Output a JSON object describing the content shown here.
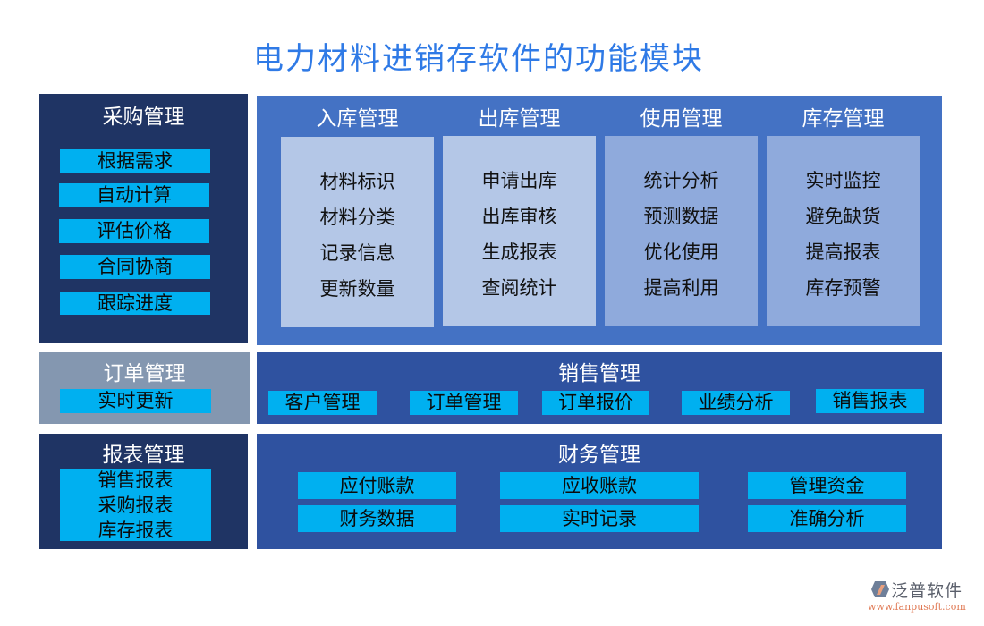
{
  "title": "电力材料进销存软件的功能模块",
  "colors": {
    "title": "#2f7ae6",
    "dark_panel": "#1f3464",
    "mid_panel": "#4472c4",
    "sales_panel": "#2f52a0",
    "order_panel": "#8497b0",
    "chip": "#00b0f0",
    "light_col_a": "#b4c7e7",
    "light_col_b": "#8faadc"
  },
  "procurement": {
    "title": "采购管理",
    "items": [
      "根据需求",
      "自动计算",
      "评估价格",
      "合同协商",
      "跟踪进度"
    ]
  },
  "warehouse": {
    "columns": [
      {
        "title": "入库管理",
        "items": [
          "材料标识",
          "材料分类",
          "记录信息",
          "更新数量"
        ]
      },
      {
        "title": "出库管理",
        "items": [
          "申请出库",
          "出库审核",
          "生成报表",
          "查阅统计"
        ]
      },
      {
        "title": "使用管理",
        "items": [
          "统计分析",
          "预测数据",
          "优化使用",
          "提高利用"
        ]
      },
      {
        "title": "库存管理",
        "items": [
          "实时监控",
          "避免缺货",
          "提高报表",
          "库存预警"
        ]
      }
    ]
  },
  "order": {
    "title": "订单管理",
    "items": [
      "实时更新"
    ]
  },
  "sales": {
    "title": "销售管理",
    "items": [
      "客户管理",
      "订单管理",
      "订单报价",
      "业绩分析",
      "销售报表"
    ]
  },
  "reports": {
    "title": "报表管理",
    "items": [
      "销售报表",
      "采购报表",
      "库存报表"
    ]
  },
  "finance": {
    "title": "财务管理",
    "items": [
      "应付账款",
      "应收账款",
      "管理资金",
      "财务数据",
      "实时记录",
      "准确分析"
    ]
  },
  "logo": {
    "brand": "泛普软件",
    "url": "www.fanpusoft.com"
  }
}
